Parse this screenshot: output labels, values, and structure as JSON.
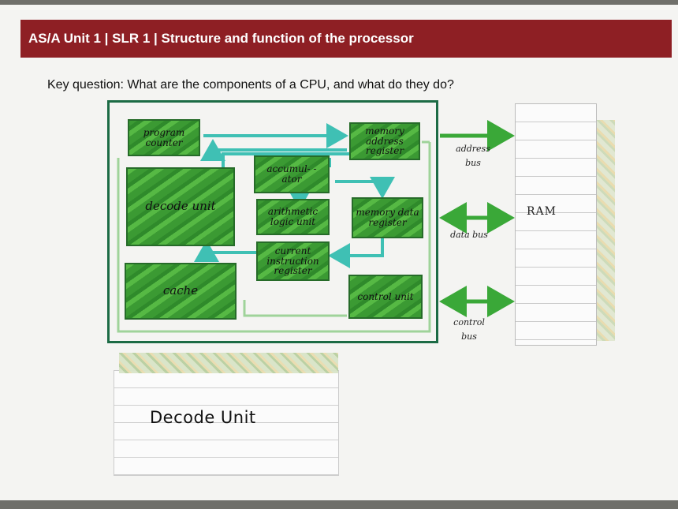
{
  "header": {
    "title": "AS/A Unit 1 | SLR 1 | Structure and function of the processor"
  },
  "key_question": "Key question: What are the components of a CPU, and what do they do?",
  "cpu": {
    "components": {
      "program_counter": "program counter",
      "memory_address_register": "memory address register",
      "accumulator": "accumul- -ator",
      "decode_unit": "decode unit",
      "arithmetic_logic_unit": "arithmetic logic unit",
      "memory_data_register": "memory data register",
      "current_instruction_register": "current instruction register",
      "cache": "cache",
      "control_unit": "control unit"
    }
  },
  "buses": {
    "address": "address bus",
    "data": "data bus",
    "control": "control bus"
  },
  "ram": {
    "label": "RAM"
  },
  "card": {
    "label": "Decode Unit"
  },
  "colors": {
    "banner": "#8e1f24",
    "cpu_border": "#1c6b45",
    "component_green": "#3b9a33",
    "teal_arrow": "#3fc0b4",
    "bus_green": "#3aa838"
  }
}
